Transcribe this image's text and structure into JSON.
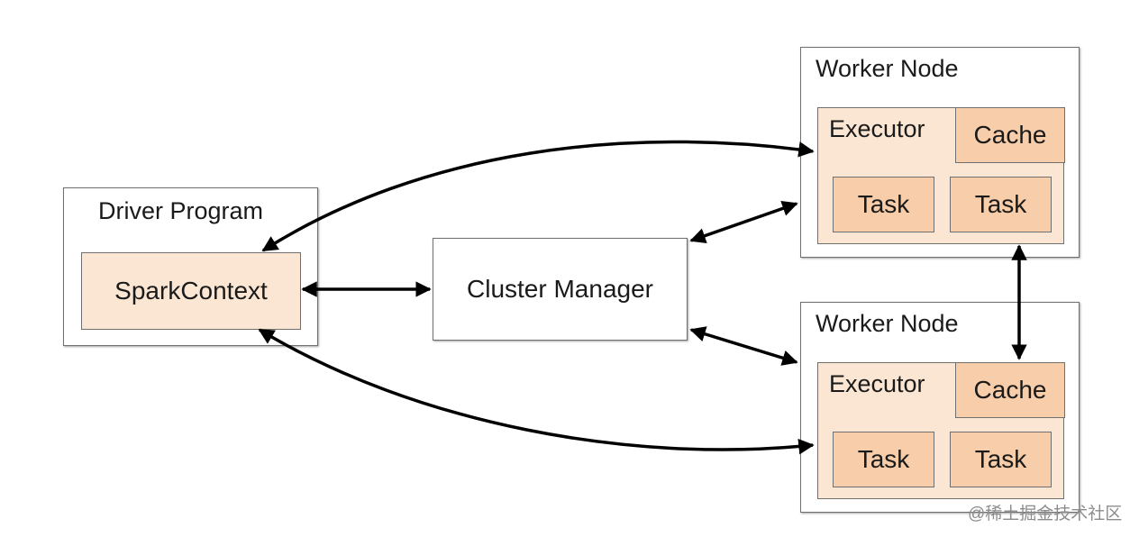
{
  "driver": {
    "title": "Driver Program",
    "context": "SparkContext"
  },
  "cluster_manager": {
    "label": "Cluster Manager"
  },
  "workers": [
    {
      "title": "Worker Node",
      "executor": "Executor",
      "cache": "Cache",
      "tasks": [
        "Task",
        "Task"
      ]
    },
    {
      "title": "Worker Node",
      "executor": "Executor",
      "cache": "Cache",
      "tasks": [
        "Task",
        "Task"
      ]
    }
  ],
  "watermark": "@稀土掘金技术社区",
  "colors": {
    "executor_fill": "#fbe6d3",
    "task_fill": "#f8cda9",
    "border": "#6f6f6f",
    "arrow": "#000000"
  }
}
